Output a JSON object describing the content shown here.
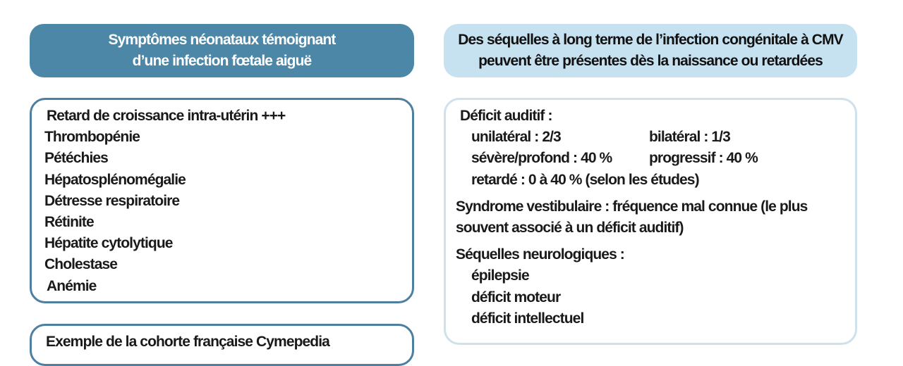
{
  "left_header": {
    "line1": "Symptômes néonataux témoignant",
    "line2": "d’une infection fœtale aiguë"
  },
  "right_header": {
    "line1": "Des séquelles à long terme de l’infection congénitale à CMV",
    "line2": "peuvent être présentes dès la naissance ou retardées"
  },
  "symptoms": [
    "Retard de croissance intra-utérin +++",
    "Thrombopénie",
    "Pétéchies",
    "Hépatosplénomégalie",
    "Détresse respiratoire",
    "Rétinite",
    "Hépatite cytolytique",
    "Cholestase",
    "Anémie"
  ],
  "cohort_title": "Exemple de la cohorte française Cymepedia",
  "sequelae": {
    "auditory_title": "Déficit auditif :",
    "unilateral": "unilatéral : 2/3",
    "bilateral": "bilatéral : 1/3",
    "severe": "sévère/profond : 40 %",
    "progressive": "progressif : 40 %",
    "delayed": "retardé : 0 à 40 % (selon les études)",
    "vestibular_line1": "Syndrome vestibulaire : fréquence mal connue (le plus",
    "vestibular_line2": "souvent associé à un déficit auditif)",
    "neuro_title": "Séquelles neurologiques :",
    "neuro_items": [
      "épilepsie",
      "déficit moteur",
      "déficit intellectuel"
    ]
  }
}
